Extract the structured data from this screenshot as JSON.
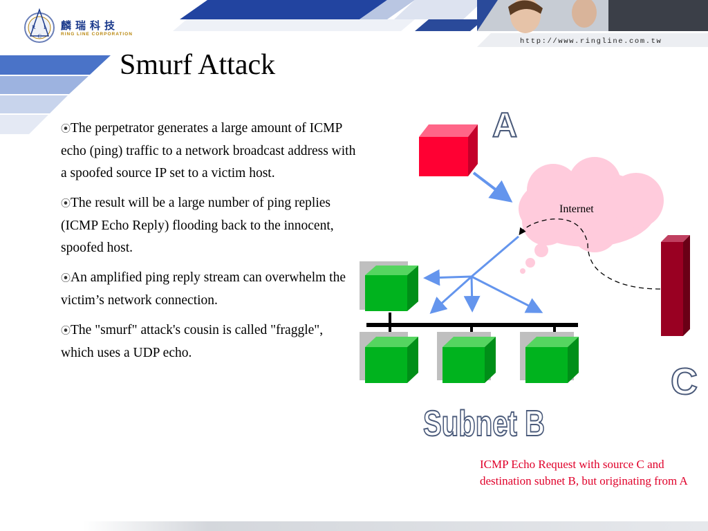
{
  "header": {
    "logo_letters": [
      "R",
      "L",
      "C"
    ],
    "logo_chinese": "麟瑞科技",
    "logo_english": "RING LINE CORPORATION",
    "url": "http://www.ringline.com.tw"
  },
  "slide": {
    "title": "Smurf Attack",
    "bullet_marker": "⦿",
    "bullets": [
      "The perpetrator generates a large amount of ICMP echo (ping) traffic to a network broadcast address with a spoofed source IP set to a victim host.",
      "The result will be a large number of ping replies (ICMP Echo Reply) flooding back to the innocent, spoofed host.",
      "An amplified ping reply stream can overwhelm the victim’s network connection.",
      "The \"smurf\" attack's cousin is called \"fraggle\", which uses a UDP echo."
    ]
  },
  "diagram": {
    "cloud_label": "Internet",
    "label_a": "A",
    "label_c": "C",
    "label_subnet": "Subnet B",
    "caption": "ICMP Echo Request with source C and destination subnet B, but originating from A",
    "colors": {
      "host_a": "#ff0033",
      "host_c": "#990022",
      "subnet_hosts": "#00b31e",
      "cloud": "#ffcbdc",
      "arrows": "#6495ed",
      "caption": "#e0002a"
    }
  }
}
